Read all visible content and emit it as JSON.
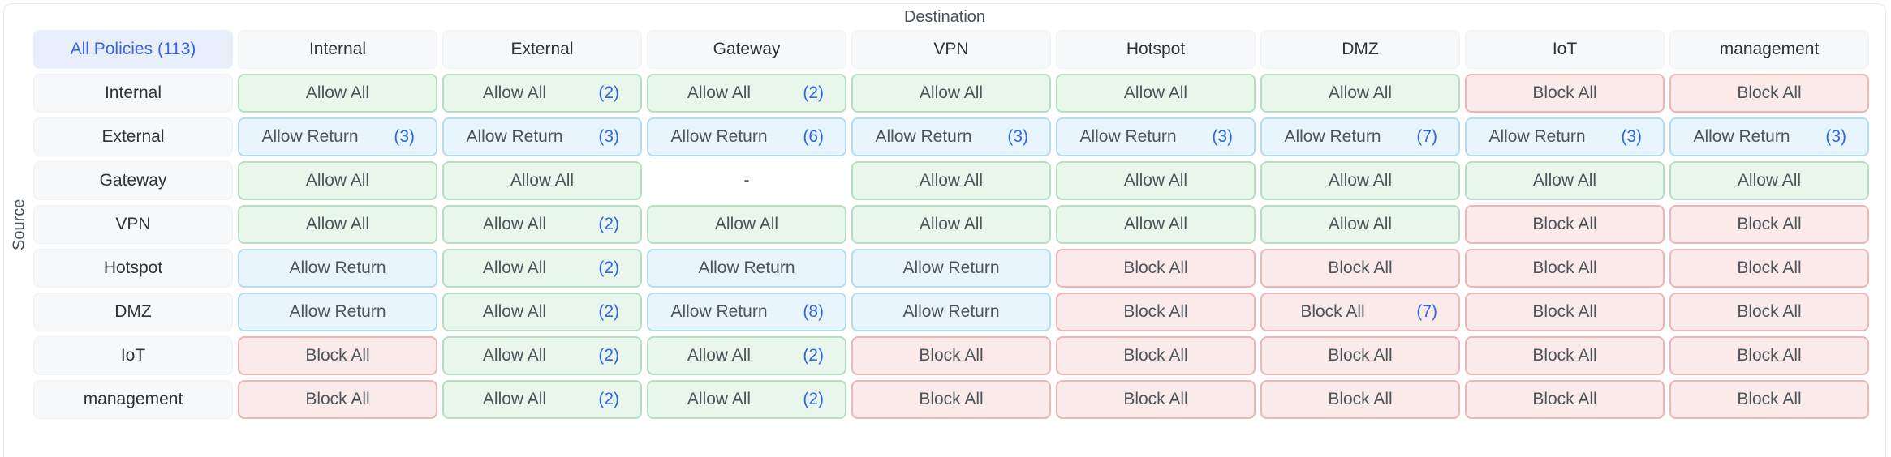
{
  "matrix": {
    "destination_label": "Destination",
    "source_label": "Source",
    "all_policies_label": "All Policies (113)",
    "destinations": [
      "Internal",
      "External",
      "Gateway",
      "VPN",
      "Hotspot",
      "DMZ",
      "IoT",
      "management"
    ],
    "rows": [
      {
        "source": "Internal",
        "cells": [
          {
            "label": "Allow All",
            "type": "allow"
          },
          {
            "label": "Allow All",
            "type": "allow",
            "count": "(2)"
          },
          {
            "label": "Allow All",
            "type": "allow",
            "count": "(2)"
          },
          {
            "label": "Allow All",
            "type": "allow"
          },
          {
            "label": "Allow All",
            "type": "allow"
          },
          {
            "label": "Allow All",
            "type": "allow"
          },
          {
            "label": "Block All",
            "type": "block"
          },
          {
            "label": "Block All",
            "type": "block"
          }
        ]
      },
      {
        "source": "External",
        "cells": [
          {
            "label": "Allow Return",
            "type": "return",
            "count": "(3)"
          },
          {
            "label": "Allow Return",
            "type": "return",
            "count": "(3)"
          },
          {
            "label": "Allow Return",
            "type": "return",
            "count": "(6)"
          },
          {
            "label": "Allow Return",
            "type": "return",
            "count": "(3)"
          },
          {
            "label": "Allow Return",
            "type": "return",
            "count": "(3)"
          },
          {
            "label": "Allow Return",
            "type": "return",
            "count": "(7)"
          },
          {
            "label": "Allow Return",
            "type": "return",
            "count": "(3)"
          },
          {
            "label": "Allow Return",
            "type": "return",
            "count": "(3)"
          }
        ]
      },
      {
        "source": "Gateway",
        "cells": [
          {
            "label": "Allow All",
            "type": "allow"
          },
          {
            "label": "Allow All",
            "type": "allow"
          },
          {
            "label": "-",
            "type": "none"
          },
          {
            "label": "Allow All",
            "type": "allow"
          },
          {
            "label": "Allow All",
            "type": "allow"
          },
          {
            "label": "Allow All",
            "type": "allow"
          },
          {
            "label": "Allow All",
            "type": "allow"
          },
          {
            "label": "Allow All",
            "type": "allow"
          }
        ]
      },
      {
        "source": "VPN",
        "cells": [
          {
            "label": "Allow All",
            "type": "allow"
          },
          {
            "label": "Allow All",
            "type": "allow",
            "count": "(2)"
          },
          {
            "label": "Allow All",
            "type": "allow"
          },
          {
            "label": "Allow All",
            "type": "allow"
          },
          {
            "label": "Allow All",
            "type": "allow"
          },
          {
            "label": "Allow All",
            "type": "allow"
          },
          {
            "label": "Block All",
            "type": "block"
          },
          {
            "label": "Block All",
            "type": "block"
          }
        ]
      },
      {
        "source": "Hotspot",
        "cells": [
          {
            "label": "Allow Return",
            "type": "return"
          },
          {
            "label": "Allow All",
            "type": "allow",
            "count": "(2)"
          },
          {
            "label": "Allow Return",
            "type": "return"
          },
          {
            "label": "Allow Return",
            "type": "return"
          },
          {
            "label": "Block All",
            "type": "block"
          },
          {
            "label": "Block All",
            "type": "block"
          },
          {
            "label": "Block All",
            "type": "block"
          },
          {
            "label": "Block All",
            "type": "block"
          }
        ]
      },
      {
        "source": "DMZ",
        "cells": [
          {
            "label": "Allow Return",
            "type": "return"
          },
          {
            "label": "Allow All",
            "type": "allow",
            "count": "(2)"
          },
          {
            "label": "Allow Return",
            "type": "return",
            "count": "(8)"
          },
          {
            "label": "Allow Return",
            "type": "return"
          },
          {
            "label": "Block All",
            "type": "block"
          },
          {
            "label": "Block All",
            "type": "block",
            "count": "(7)"
          },
          {
            "label": "Block All",
            "type": "block"
          },
          {
            "label": "Block All",
            "type": "block"
          }
        ]
      },
      {
        "source": "IoT",
        "cells": [
          {
            "label": "Block All",
            "type": "block"
          },
          {
            "label": "Allow All",
            "type": "allow",
            "count": "(2)"
          },
          {
            "label": "Allow All",
            "type": "allow",
            "count": "(2)"
          },
          {
            "label": "Block All",
            "type": "block"
          },
          {
            "label": "Block All",
            "type": "block"
          },
          {
            "label": "Block All",
            "type": "block"
          },
          {
            "label": "Block All",
            "type": "block"
          },
          {
            "label": "Block All",
            "type": "block"
          }
        ]
      },
      {
        "source": "management",
        "cells": [
          {
            "label": "Block All",
            "type": "block"
          },
          {
            "label": "Allow All",
            "type": "allow",
            "count": "(2)"
          },
          {
            "label": "Allow All",
            "type": "allow",
            "count": "(2)"
          },
          {
            "label": "Block All",
            "type": "block"
          },
          {
            "label": "Block All",
            "type": "block"
          },
          {
            "label": "Block All",
            "type": "block"
          },
          {
            "label": "Block All",
            "type": "block"
          },
          {
            "label": "Block All",
            "type": "block"
          }
        ]
      }
    ]
  },
  "colors": {
    "allow_bg": "#e9f6ec",
    "allow_border": "#b5dfc0",
    "return_bg": "#e9f5fc",
    "return_border": "#b3dcf2",
    "block_bg": "#fbeaea",
    "block_border": "#efb4b4",
    "header_bg": "#f7f8f9",
    "header_border": "#f0f1f3",
    "all_policies_bg": "#e9eefb",
    "all_policies_text": "#3565e8",
    "count_text": "#2f66e9"
  }
}
